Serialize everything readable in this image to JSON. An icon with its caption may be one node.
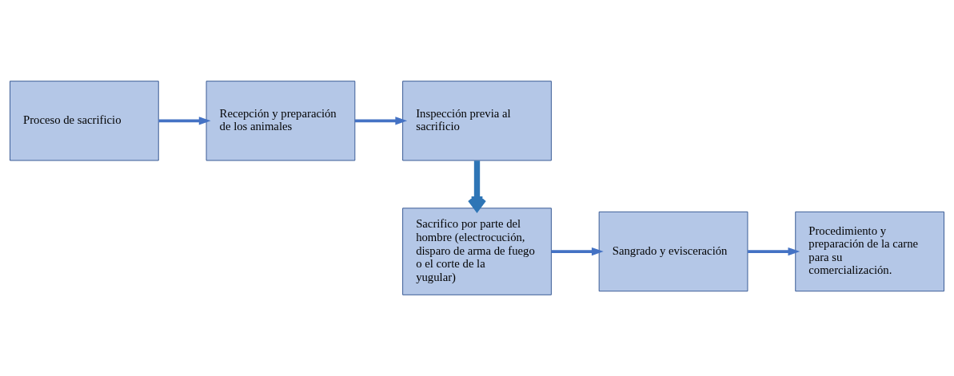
{
  "diagram": {
    "nodes": [
      {
        "text": [
          "Proceso de sacrificio"
        ]
      },
      {
        "text": [
          "Recepción y preparación de los animales"
        ]
      },
      {
        "text": [
          "Inspección previa al sacrificio"
        ]
      },
      {
        "text": [
          "Sacrifico por parte del hombre (electrocución, disparo de arma de fuego o el corte de la yugular)"
        ]
      },
      {
        "text": [
          "Sangrado y evisceración"
        ]
      },
      {
        "text": [
          "Procedimiento y preparación de la carne para su comercialización."
        ]
      }
    ],
    "edges": [
      {
        "from": 0,
        "to": 1,
        "arrow": "to"
      },
      {
        "from": 1,
        "to": 2,
        "arrow": "to"
      },
      {
        "from": 2,
        "to": 3,
        "arrow": "to",
        "style": "thick",
        "color": "#2e75b6"
      },
      {
        "from": 3,
        "to": 4,
        "arrow": "to"
      },
      {
        "from": 4,
        "to": 5,
        "arrow": "to"
      }
    ]
  }
}
